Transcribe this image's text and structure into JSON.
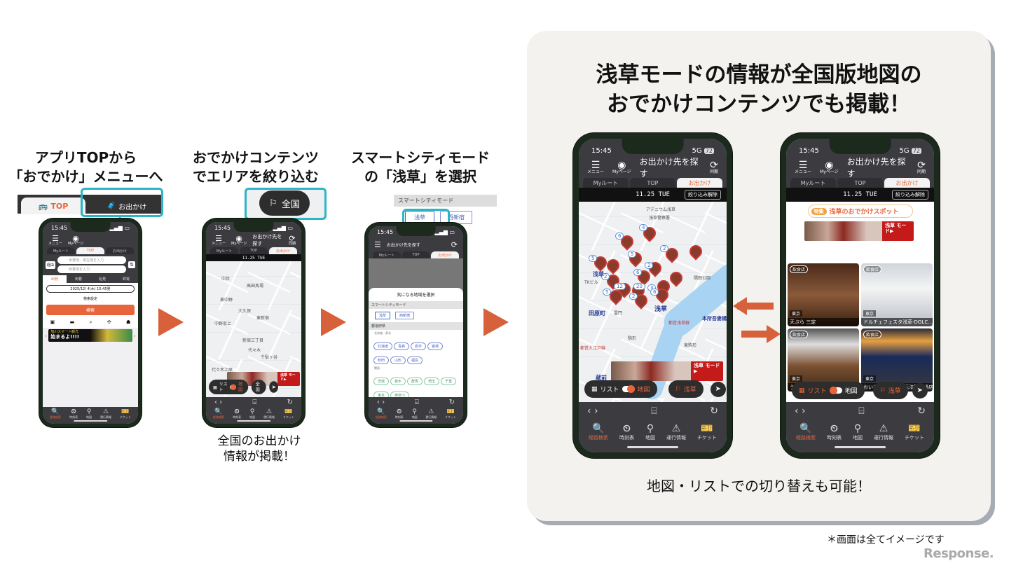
{
  "steps": [
    {
      "title_line1": "アプリTOPから",
      "title_line2": "「おでかけ」メニューへ"
    },
    {
      "title_line1": "おでかけコンテンツ",
      "title_line2": "でエリアを絞り込む",
      "caption_line1": "全国のお出かけ",
      "caption_line2": "情報が掲載！"
    },
    {
      "title_line1": "スマートシティモード",
      "title_line2": "の「浅草」を選択"
    }
  ],
  "step1": {
    "callout_tabs": {
      "top": "TOP",
      "odekake": "お出かけ"
    },
    "phone": {
      "time": "15:45",
      "menu": "メニュー",
      "mypage": "Myページ",
      "tabs": [
        "Myルート",
        "TOP",
        "お出かけ"
      ],
      "from_placeholder": "出発地、現在地を入力",
      "to_placeholder": "到着地を入力",
      "via": "経由",
      "time_tabs": [
        "出発",
        "到着",
        "始発",
        "終電"
      ],
      "datetime": "2025/12/ 4(木) 15:45発",
      "search_settings": "検索設定",
      "search_button": "検索",
      "banner_line1": "旭川スマート観光",
      "banner_line2": "始まるよ!!!!"
    }
  },
  "step2": {
    "callout_label": "全国",
    "phone": {
      "time": "15:45",
      "title": "お出かけ先を探す",
      "tabs": [
        "Myルート",
        "TOP",
        "お出かけ"
      ],
      "date": "11.25 TUE",
      "stations": [
        "中井",
        "高田馬場",
        "東中野",
        "大久保",
        "東新宿",
        "中野坂上",
        "新宿御苑",
        "新宿三丁目",
        "代々木",
        "千駄ヶ谷",
        "代々木上原"
      ],
      "banner": "浅草 モード▶",
      "list_label": "リスト",
      "map_label": "地図",
      "area_label": "全国"
    }
  },
  "step3": {
    "callout_header": "スマートシティモード",
    "callout_options": [
      "浅草",
      "西新宿"
    ],
    "phone": {
      "time": "15:45",
      "title": "お出かけ先を探す",
      "sheet_title": "気になる地域を選択",
      "smart_city_header": "スマートシティモード",
      "smart_city": [
        "浅草",
        "西新宿"
      ],
      "pref_header": "都道府県",
      "region1": "北海道・東北",
      "region1_items": [
        "北海道",
        "青森",
        "岩手",
        "宮城",
        "秋田",
        "山形",
        "福島"
      ],
      "region2": "関東",
      "region2_items": [
        "茨城",
        "栃木",
        "群馬",
        "埼玉",
        "千葉",
        "東京",
        "神奈川"
      ]
    }
  },
  "panel": {
    "title_line1": "浅草モードの情報が全国版地図の",
    "title_line2": "おでかけコンテンツでも掲載！",
    "caption": "地図・リストでの切り替えも可能！",
    "phone_common": {
      "time": "15:45",
      "signal": "5G",
      "battery": "72",
      "menu": "メニュー",
      "mypage": "Myページ",
      "title": "お出かけ先を探す",
      "sync": "同期",
      "tabs": [
        "Myルート",
        "TOP",
        "お出かけ"
      ],
      "date": "11.25 TUE",
      "reset": "絞り込み解除",
      "list_label": "リスト",
      "map_label": "地図",
      "area_label": "浅草",
      "nav": [
        "経路検索",
        "時刻表",
        "地図",
        "運行情報",
        "チケット"
      ]
    },
    "map_phone": {
      "labels": [
        "アデニウム浅草",
        "浅草警察署",
        "浅草",
        "田原町",
        "雷門",
        "駒形",
        "東駒形",
        "蔵前",
        "本所吾妻橋",
        "隅田公園",
        "都営浅草線",
        "都営大江戸線",
        "TKビル"
      ],
      "badge_counts": [
        "4",
        "6",
        "2",
        "5",
        "5",
        "2",
        "6",
        "2",
        "12",
        "20",
        "5",
        "2",
        "6",
        "3"
      ],
      "banner": "浅草 モード▶"
    },
    "list_phone": {
      "feature_tag": "特集",
      "feature_title": "浅草のおでかけスポット",
      "banner": "浅草 モード▶",
      "cards": [
        {
          "tag": "飲食店",
          "loc": "東京",
          "name": "天ぷら 三定"
        },
        {
          "tag": "飲食店",
          "loc": "東京",
          "name": "ドルチェフェスタ浅草-DOLC…"
        },
        {
          "tag": "飲食店",
          "loc": "東京",
          "name": "うな家 つるや"
        },
        {
          "tag": "飲食店",
          "loc": "東京",
          "name": "おいもやさん興伸 伝法院東通店"
        }
      ]
    }
  },
  "footnote": "＊画面は全てイメージです",
  "watermark": "Response.",
  "colors": {
    "accent": "#e8643a",
    "callout": "#2bb5c6",
    "arrow": "#d6613a",
    "panel_bg": "#f4f2ef",
    "panel_shadow": "#a7abb3",
    "app_dark": "#3b3b40"
  }
}
